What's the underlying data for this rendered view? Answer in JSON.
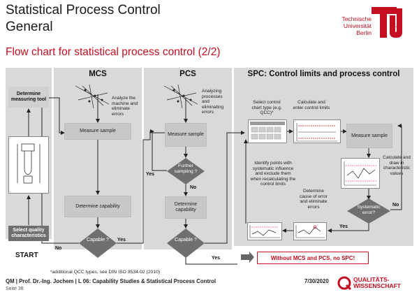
{
  "header": {
    "title_line1": "Statistical Process Control",
    "title_line2": "General",
    "subtitle": "Flow chart for statistical process control (2/2)"
  },
  "logo": {
    "line1": "Technische",
    "line2": "Universität",
    "line3": "Berlin",
    "side": "berlin",
    "color": "#c50e1f"
  },
  "left": {
    "determine_tool": "Determine measuring tool",
    "select_quality": "Select quality characteristics",
    "start": "START"
  },
  "mcs": {
    "title": "MCS",
    "note": "Analyze the machine and eliminate errors",
    "measure": "Measure sample",
    "capability": "Determine capability",
    "decision": "Capable ?",
    "yes": "Yes",
    "no": "No"
  },
  "pcs": {
    "title": "PCS",
    "note": "Analyzing processes and eliminating errors",
    "measure": "Measure sample",
    "further": "Further sampling ?",
    "yes": "Yes",
    "no": "No",
    "capability": "Determine capability",
    "decision": "Capable ?",
    "yes2": "Yes"
  },
  "spc": {
    "title": "SPC: Control limits and process control",
    "select_chart": "Select control chart type (e.g. QCC)*",
    "calc_limits": "Calculate and enter control limits",
    "measure": "Measure sample",
    "calc_draw": "Calculate and draw in characteristic values",
    "identify": "Identify points with systematic influence and exclude them when recalculating the control limits",
    "determine_cause": "Determine cause of error and eliminate errors",
    "decision": "Systematic error?",
    "no": "No",
    "yes": "Yes"
  },
  "conclusion": "Without MCS and PCS, no SPC!",
  "footnote": "*additional QCC types, see DIN ISO 3534-02 (2010)",
  "footer": {
    "text": "QM | Prof. Dr.-Ing. Jochem | L 06: Capability Studies & Statistical Process Control",
    "date": "7/30/2020",
    "page": "Seite 38",
    "badge_line1": "QUALITÄTS-",
    "badge_line2": "WISSENSCHAFT"
  },
  "colors": {
    "accent": "#c50e1f",
    "panel": "#d9d9d9",
    "box": "#c8c8c8",
    "dark_box": "#6f6f6f"
  }
}
